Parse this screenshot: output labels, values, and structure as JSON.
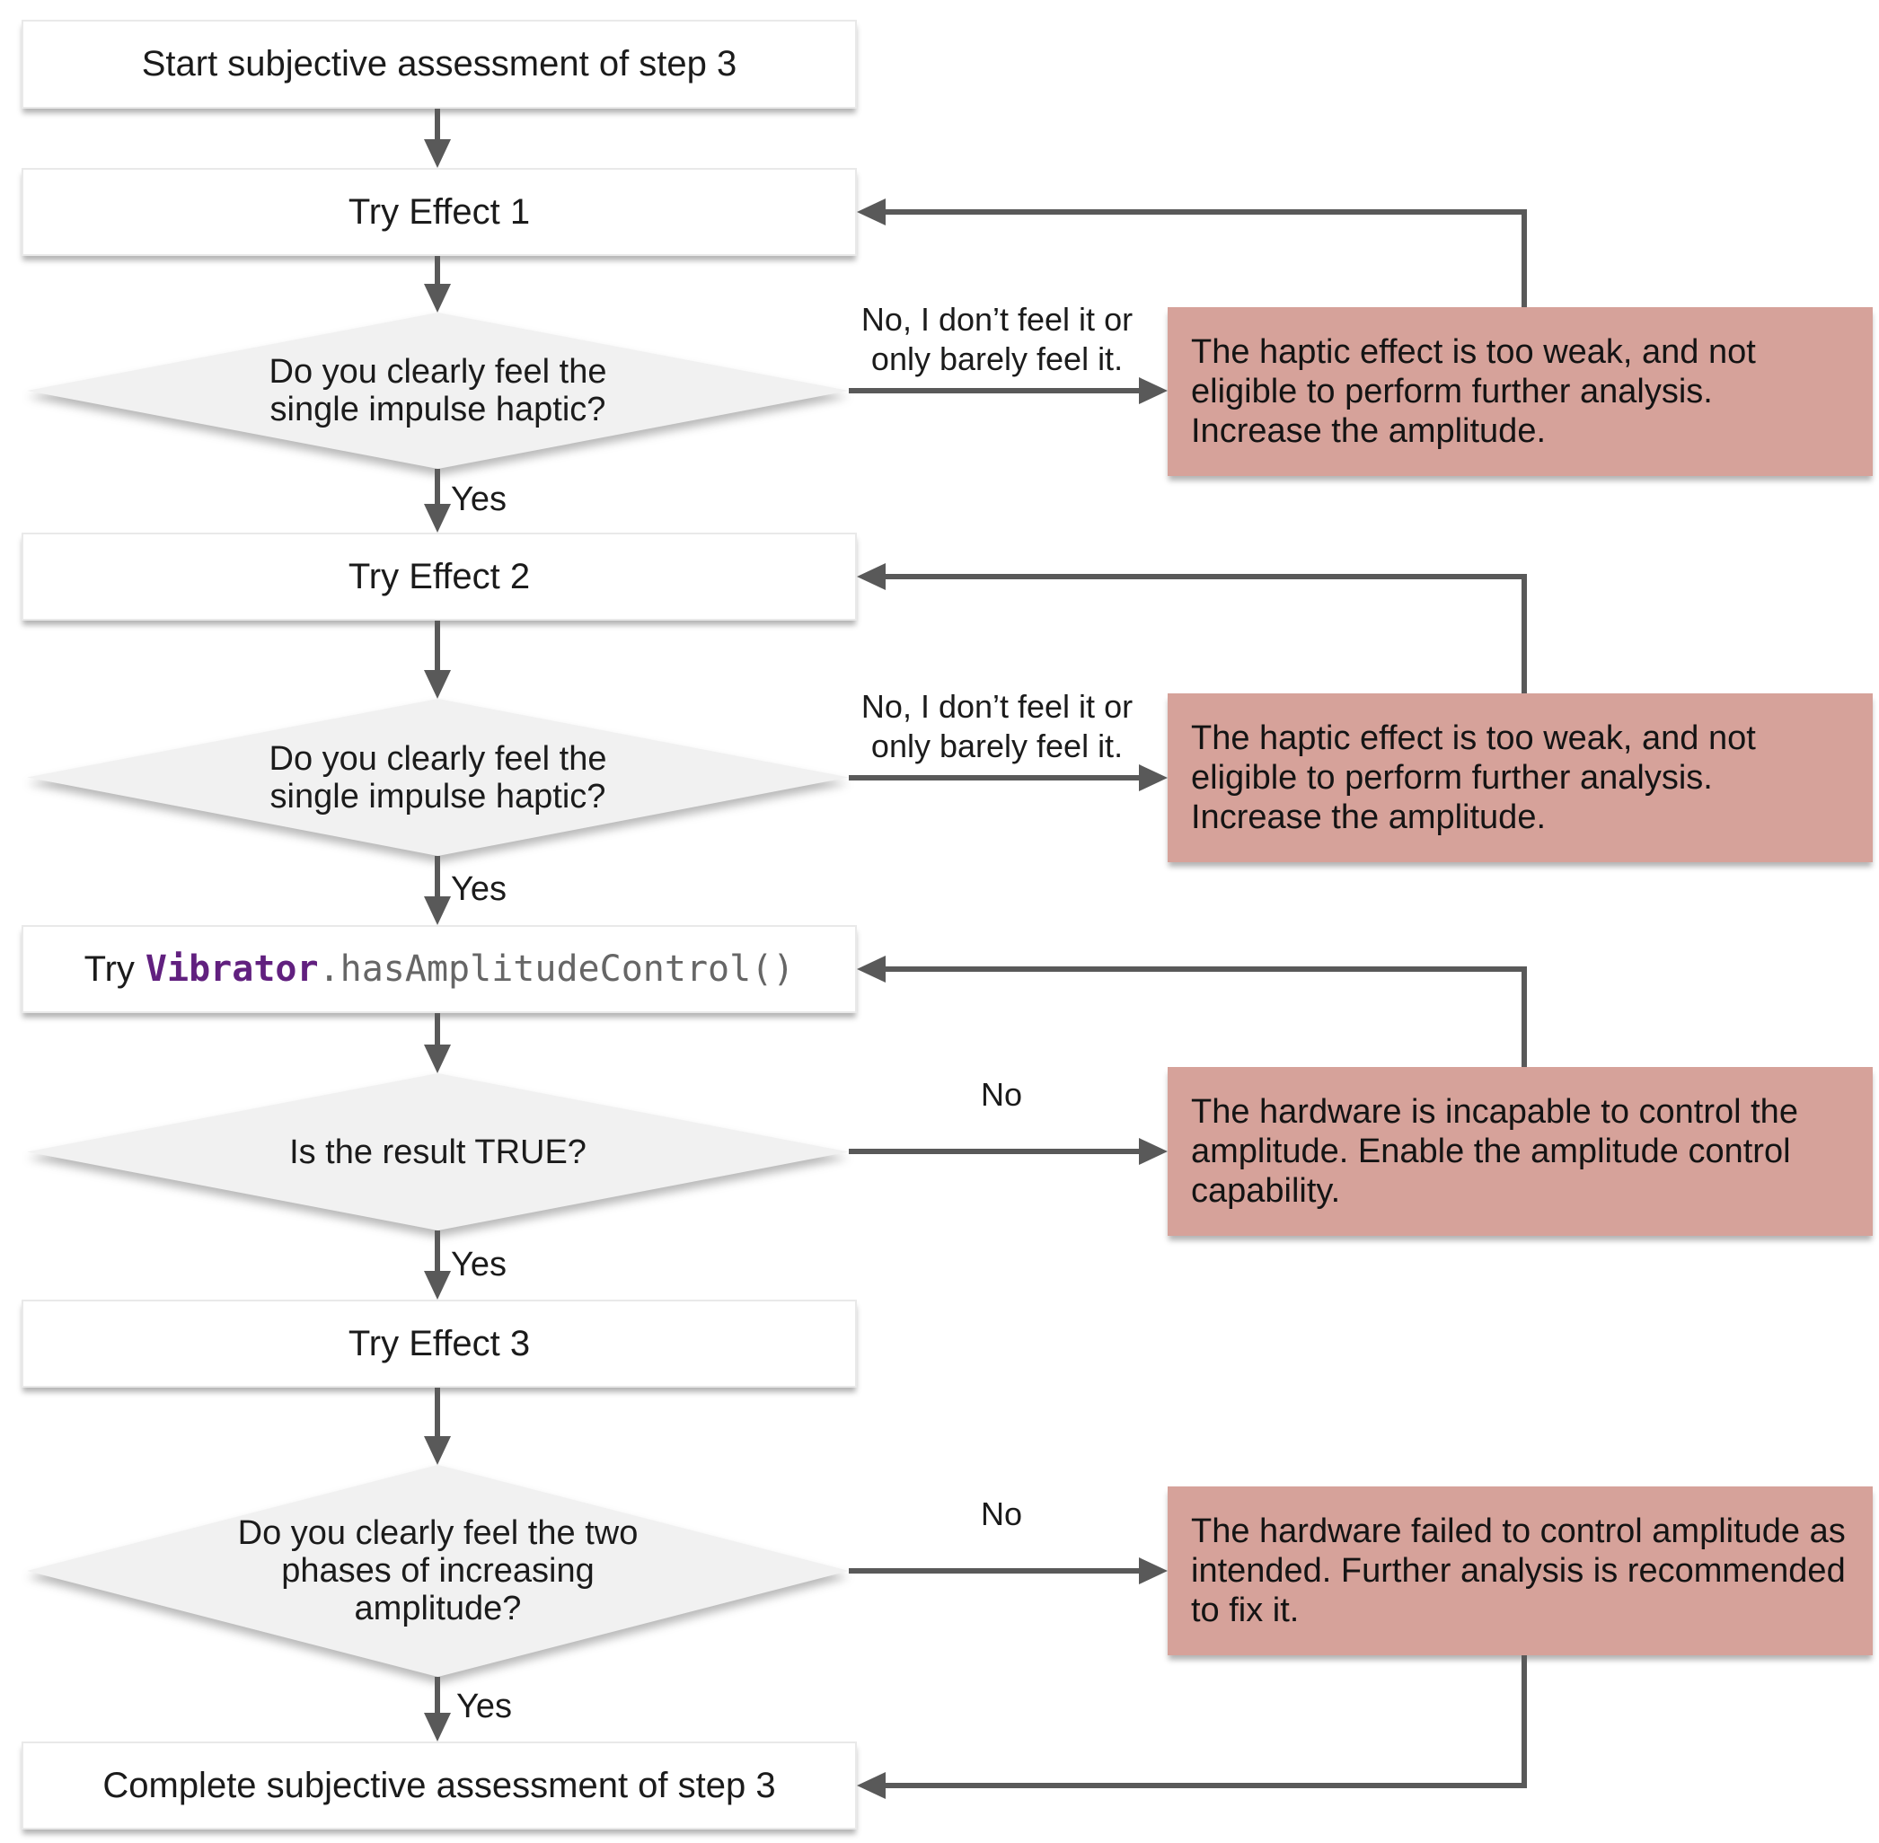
{
  "flowchart": {
    "nodes": {
      "start": {
        "label": "Start subjective assessment of step 3"
      },
      "try_effect_1": {
        "label": "Try Effect 1"
      },
      "decision_feel_1": {
        "label": "Do you clearly feel the\nsingle impulse haptic?"
      },
      "warning_weak_1": {
        "label": "The haptic effect is too weak, and not eligible to perform further analysis. Increase the amplitude."
      },
      "try_effect_2": {
        "label": "Try Effect 2"
      },
      "decision_feel_2": {
        "label": "Do you clearly feel the\nsingle impulse haptic?"
      },
      "warning_weak_2": {
        "label": "The haptic effect is too weak, and not eligible to perform further analysis. Increase the amplitude."
      },
      "code_check": {
        "prefix": "Try",
        "class_name": "Vibrator",
        "method": ".hasAmplitudeControl()"
      },
      "decision_result_true": {
        "label": "Is the result TRUE?"
      },
      "warning_incapable": {
        "label": "The hardware is incapable to control the amplitude. Enable the amplitude control capability."
      },
      "try_effect_3": {
        "label": "Try Effect 3"
      },
      "decision_two_phases": {
        "label": "Do you clearly feel the two\nphases of increasing\namplitude?"
      },
      "warning_failed": {
        "label": "The hardware failed to control amplitude as intended. Further analysis is recommended to fix it."
      },
      "complete": {
        "label": "Complete subjective assessment of step 3"
      }
    },
    "edge_labels": {
      "yes": "Yes",
      "no": "No",
      "no_feel": "No, I don’t feel it or\nonly barely feel it."
    },
    "colors": {
      "warning_bg": "#d6a29a",
      "decision_bg": "#f1f1f1",
      "node_bg": "#ffffff",
      "line": "#595959",
      "code_class": "#61207f",
      "code_method": "#666666",
      "text": "#1b1b1b"
    }
  }
}
